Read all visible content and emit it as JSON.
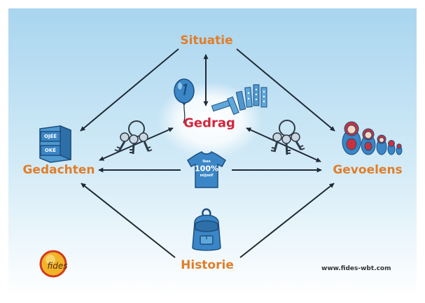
{
  "nodes": {
    "situatie": "Situatie",
    "gedrag": "Gedrag",
    "gedachten": "Gedachten",
    "gevoelens": "Gevoelens",
    "historie": "Historie"
  },
  "drawer": {
    "top": "OJÉÉ",
    "bottom": "OKÉ"
  },
  "shirt": {
    "top": "Ikes",
    "big": "100%",
    "bottom": "mijzelf"
  },
  "logo": "fides",
  "website": "www.fides-wbt.com",
  "colors": {
    "sky": "#bfe0f2",
    "node": "#e07e2a",
    "core": "#d2263c",
    "arrow": "#1f2a36",
    "item_blue": "#3a86c6",
    "item_dark": "#1d4f7f",
    "doll_red": "#c8323c"
  }
}
